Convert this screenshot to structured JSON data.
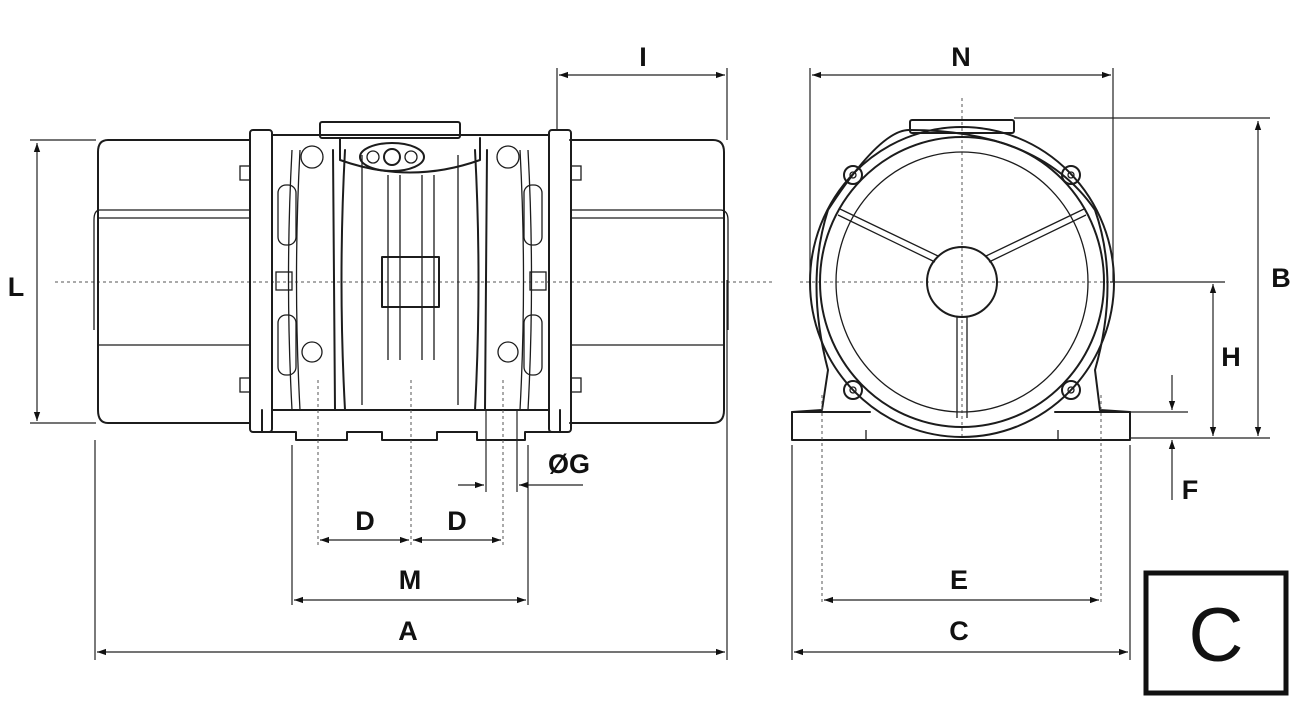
{
  "dimension_labels": {
    "A": "A",
    "B": "B",
    "C": "C",
    "D1": "D",
    "D2": "D",
    "E": "E",
    "F": "F",
    "G": "ØG",
    "H": "H",
    "I": "I",
    "L": "L",
    "M": "M",
    "N": "N"
  },
  "badge": {
    "letter": "C"
  }
}
